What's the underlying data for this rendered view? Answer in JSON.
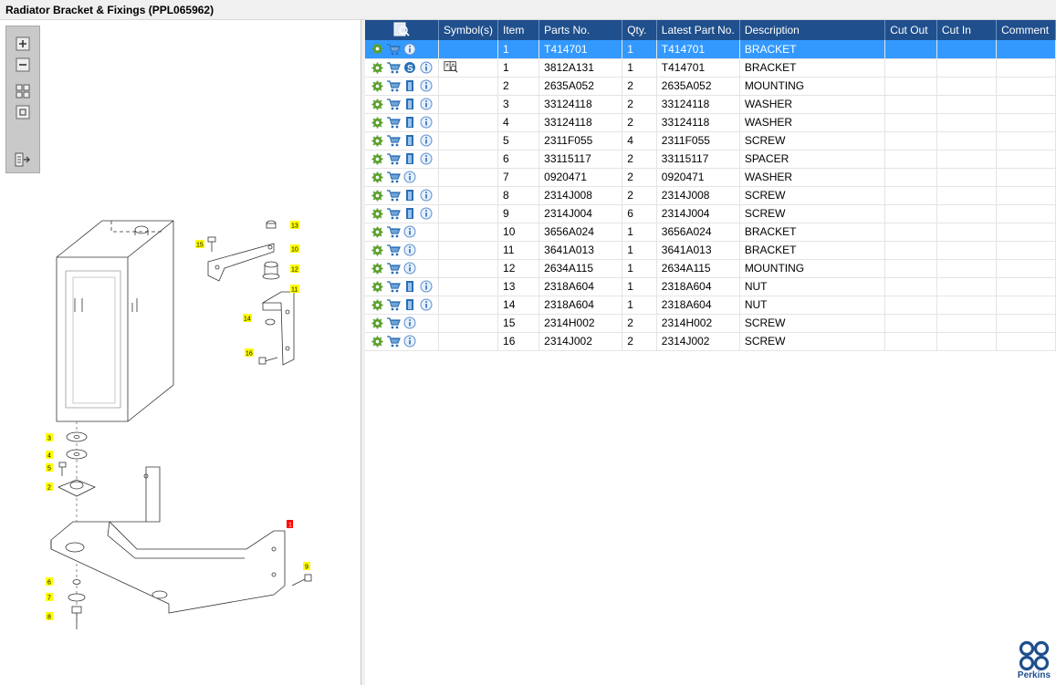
{
  "window": {
    "title": "Radiator Bracket & Fixings (PPL065962)"
  },
  "toolbar": {
    "tools": [
      {
        "name": "zoom-in"
      },
      {
        "name": "zoom-out"
      },
      {
        "name": "fit-all"
      },
      {
        "name": "fit-window"
      },
      {
        "name": "show-list"
      }
    ]
  },
  "diagram": {
    "callouts": [
      "13",
      "15",
      "10",
      "12",
      "11",
      "14",
      "16",
      "3",
      "4",
      "5",
      "2",
      "1",
      "6",
      "7",
      "8",
      "9"
    ]
  },
  "table": {
    "columns": [
      "",
      "Symbol(s)",
      "Item",
      "Parts No.",
      "Qty.",
      "Latest Part No.",
      "Description",
      "Cut Out",
      "Cut In",
      "Comment"
    ],
    "rows": [
      {
        "icons": [
          "gear",
          "cart",
          "info"
        ],
        "symbol": "",
        "item": "1",
        "part": "T414701",
        "qty": "1",
        "latest": "T414701",
        "desc": "BRACKET",
        "selected": true
      },
      {
        "icons": [
          "gear",
          "cart",
          "s",
          "info"
        ],
        "symbol": "book",
        "item": "1",
        "part": "3812A131",
        "qty": "1",
        "latest": "T414701",
        "desc": "BRACKET"
      },
      {
        "icons": [
          "gear",
          "cart",
          "doc",
          "info"
        ],
        "symbol": "",
        "item": "2",
        "part": "2635A052",
        "qty": "2",
        "latest": "2635A052",
        "desc": "MOUNTING"
      },
      {
        "icons": [
          "gear",
          "cart",
          "doc",
          "info"
        ],
        "symbol": "",
        "item": "3",
        "part": "33124118",
        "qty": "2",
        "latest": "33124118",
        "desc": "WASHER"
      },
      {
        "icons": [
          "gear",
          "cart",
          "doc",
          "info"
        ],
        "symbol": "",
        "item": "4",
        "part": "33124118",
        "qty": "2",
        "latest": "33124118",
        "desc": "WASHER"
      },
      {
        "icons": [
          "gear",
          "cart",
          "doc",
          "info"
        ],
        "symbol": "",
        "item": "5",
        "part": "2311F055",
        "qty": "4",
        "latest": "2311F055",
        "desc": "SCREW"
      },
      {
        "icons": [
          "gear",
          "cart",
          "doc",
          "info"
        ],
        "symbol": "",
        "item": "6",
        "part": "33115117",
        "qty": "2",
        "latest": "33115117",
        "desc": "SPACER"
      },
      {
        "icons": [
          "gear",
          "cart",
          "info"
        ],
        "symbol": "",
        "item": "7",
        "part": "0920471",
        "qty": "2",
        "latest": "0920471",
        "desc": "WASHER"
      },
      {
        "icons": [
          "gear",
          "cart",
          "doc",
          "info"
        ],
        "symbol": "",
        "item": "8",
        "part": "2314J008",
        "qty": "2",
        "latest": "2314J008",
        "desc": "SCREW"
      },
      {
        "icons": [
          "gear",
          "cart",
          "doc",
          "info"
        ],
        "symbol": "",
        "item": "9",
        "part": "2314J004",
        "qty": "6",
        "latest": "2314J004",
        "desc": "SCREW"
      },
      {
        "icons": [
          "gear",
          "cart",
          "info"
        ],
        "symbol": "",
        "item": "10",
        "part": "3656A024",
        "qty": "1",
        "latest": "3656A024",
        "desc": "BRACKET"
      },
      {
        "icons": [
          "gear",
          "cart",
          "info"
        ],
        "symbol": "",
        "item": "11",
        "part": "3641A013",
        "qty": "1",
        "latest": "3641A013",
        "desc": "BRACKET"
      },
      {
        "icons": [
          "gear",
          "cart",
          "info"
        ],
        "symbol": "",
        "item": "12",
        "part": "2634A115",
        "qty": "1",
        "latest": "2634A115",
        "desc": "MOUNTING"
      },
      {
        "icons": [
          "gear",
          "cart",
          "doc",
          "info"
        ],
        "symbol": "",
        "item": "13",
        "part": "2318A604",
        "qty": "1",
        "latest": "2318A604",
        "desc": "NUT"
      },
      {
        "icons": [
          "gear",
          "cart",
          "doc",
          "info"
        ],
        "symbol": "",
        "item": "14",
        "part": "2318A604",
        "qty": "1",
        "latest": "2318A604",
        "desc": "NUT"
      },
      {
        "icons": [
          "gear",
          "cart",
          "info"
        ],
        "symbol": "",
        "item": "15",
        "part": "2314H002",
        "qty": "2",
        "latest": "2314H002",
        "desc": "SCREW"
      },
      {
        "icons": [
          "gear",
          "cart",
          "info"
        ],
        "symbol": "",
        "item": "16",
        "part": "2314J002",
        "qty": "2",
        "latest": "2314J002",
        "desc": "SCREW"
      }
    ]
  },
  "brand": {
    "name": "Perkins"
  },
  "colors": {
    "header": "#1f4f8c",
    "selected": "#3399ff",
    "callout": "#ffff00",
    "callout_selected": "#ff0000",
    "gear": "#5aa02c",
    "cart": "#2a6fb5"
  }
}
